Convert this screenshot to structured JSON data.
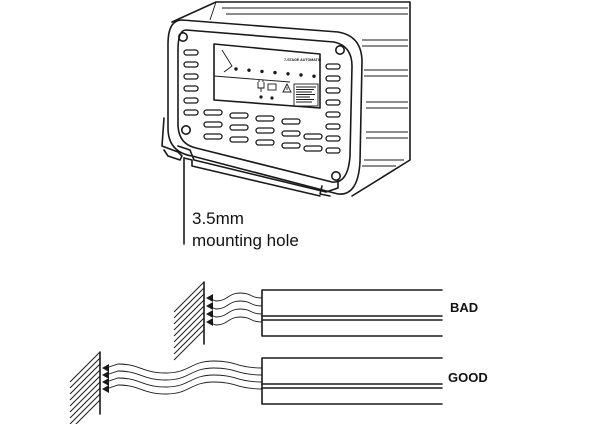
{
  "mounting": {
    "size": "3.5mm",
    "label": "mounting hole"
  },
  "panel": {
    "mode_label": "7-STAGE AUTOMATIC",
    "indicator_count": 7
  },
  "comparison": {
    "bad_label": "BAD",
    "good_label": "GOOD"
  },
  "colors": {
    "line": "#1a1a1a",
    "background": "#ffffff"
  }
}
